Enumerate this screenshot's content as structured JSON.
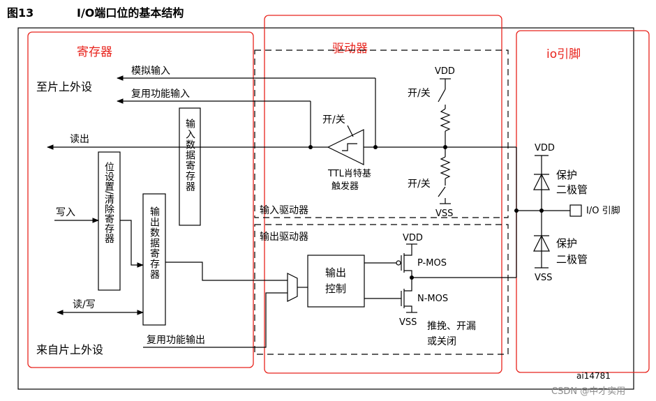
{
  "figure": {
    "number": "图13",
    "title": "I/O端口位的基本结构",
    "ref_code": "ai14781",
    "watermark": "CSDN @中才实用"
  },
  "regions": {
    "register": "寄存器",
    "driver": "驱动器",
    "io_pin": "io引脚"
  },
  "labels": {
    "to_peripheral": "至片上外设",
    "from_peripheral": "来自片上外设",
    "analog_input": "模拟输入",
    "af_input": "复用功能输入",
    "read_out": "读出",
    "write_in": "写入",
    "read_write": "读/写",
    "af_output": "复用功能输出",
    "input_data_reg": "输入数据寄存器",
    "bit_set_reset_reg": "位设置/清除寄存器",
    "output_data_reg": "输出数据寄存器",
    "switch_top": "开/关",
    "switch_bottom": "开/关",
    "switch_ttl": "开/关",
    "ttl_line1": "TTL肖特基",
    "ttl_line2": "触发器",
    "vdd_top": "VDD",
    "vss_top": "VSS",
    "input_driver": "输入驱动器",
    "output_driver": "输出驱动器",
    "output_ctrl_line1": "输出",
    "output_ctrl_line2": "控制",
    "vdd_mos": "VDD",
    "vss_mos": "VSS",
    "pmos": "P-MOS",
    "nmos": "N-MOS",
    "mode_line1": "推挽、开漏",
    "mode_line2": "或关闭",
    "vdd_pin": "VDD",
    "vss_pin": "VSS",
    "protect1_line1": "保护",
    "protect1_line2": "二极管",
    "protect2_line1": "保护",
    "protect2_line2": "二极管",
    "io_pin_label": "I/O 引脚"
  }
}
